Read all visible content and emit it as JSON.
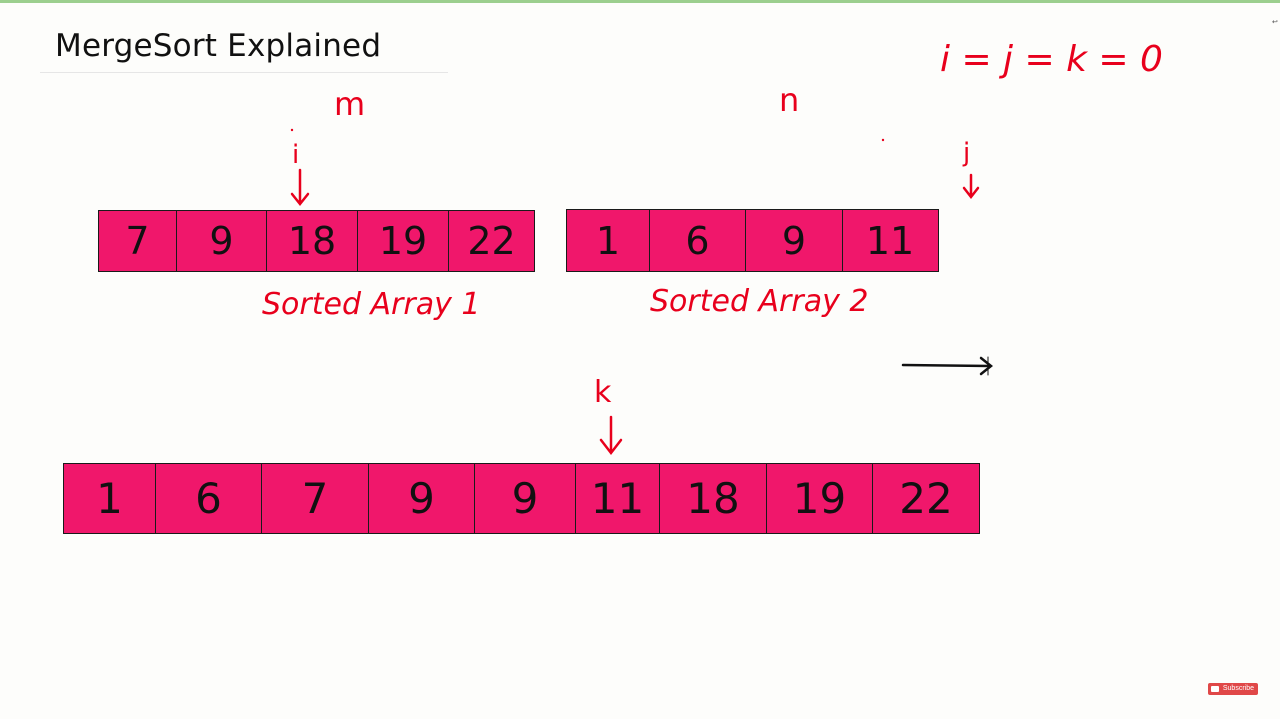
{
  "title": "MergeSort Explained",
  "accent_color": "#f0176b",
  "annotation_color": "#e8001c",
  "annotations": {
    "init": "i = j = k = 0",
    "m": "m",
    "n": "n",
    "i": "i",
    "j": "j",
    "k": "k",
    "label1": "Sorted Array 1",
    "label2": "Sorted Array 2"
  },
  "array1": [
    "7",
    "9",
    "18",
    "19",
    "22"
  ],
  "array2": [
    "1",
    "6",
    "9",
    "11"
  ],
  "merged": [
    "1",
    "6",
    "7",
    "9",
    "9",
    "11",
    "18",
    "19",
    "22"
  ],
  "youtube": {
    "subscribe_label": "Subscribe"
  }
}
